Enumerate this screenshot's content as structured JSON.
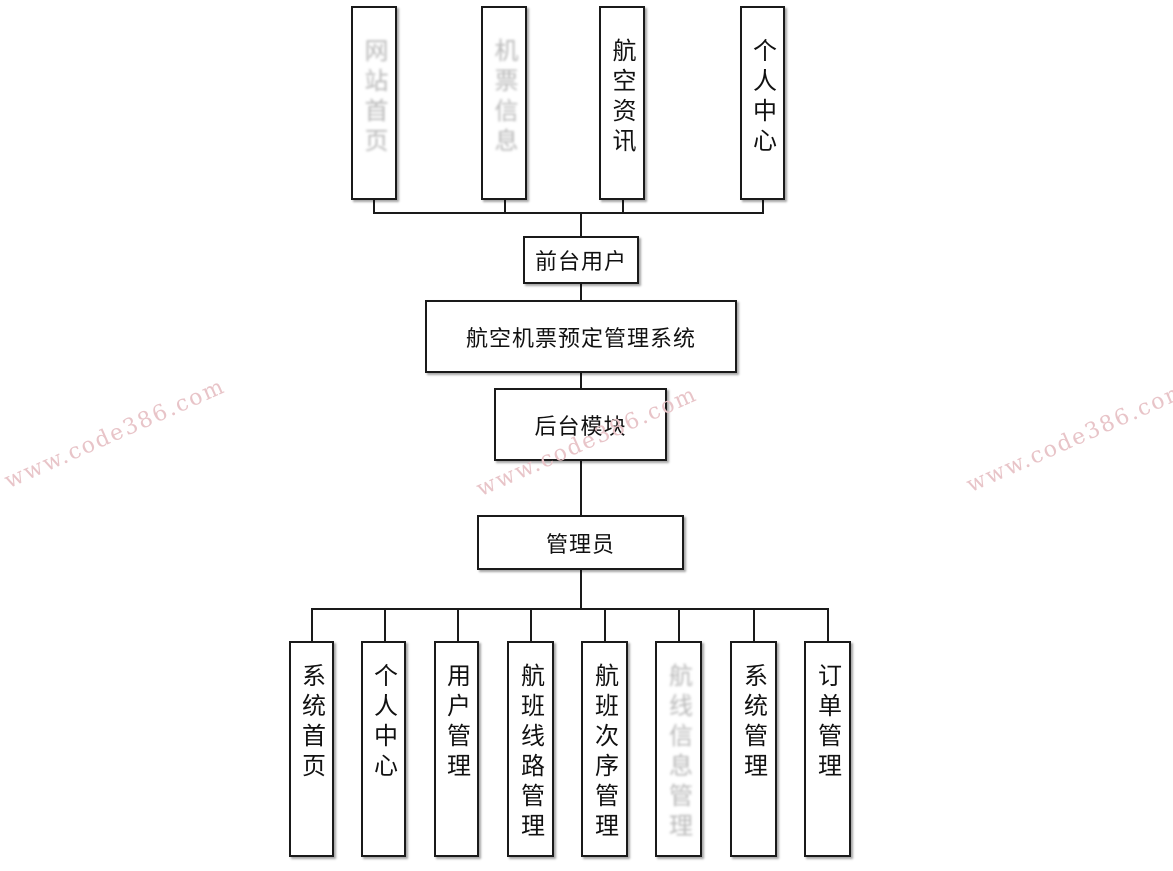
{
  "front": {
    "modules": [
      {
        "label": "网站首页"
      },
      {
        "label": "机票信息"
      },
      {
        "label": "航空资讯"
      },
      {
        "label": "个人中心"
      }
    ],
    "role": "前台用户"
  },
  "system": {
    "title": "航空机票预定管理系统"
  },
  "back": {
    "module": "后台模块",
    "role": "管理员",
    "modules": [
      {
        "label": "系统首页"
      },
      {
        "label": "个人中心"
      },
      {
        "label": "用户管理"
      },
      {
        "label": "航班线路管理"
      },
      {
        "label": "航班次序管理"
      },
      {
        "label": "航线信息管理"
      },
      {
        "label": "系统管理"
      },
      {
        "label": "订单管理"
      }
    ]
  },
  "watermark": {
    "text": "www.code386.com"
  },
  "colors": {
    "line": "#1a1a1a",
    "box_border": "#1a1a1a",
    "watermark": "#e8c4c8",
    "faded_text": "#b9b9b9"
  }
}
